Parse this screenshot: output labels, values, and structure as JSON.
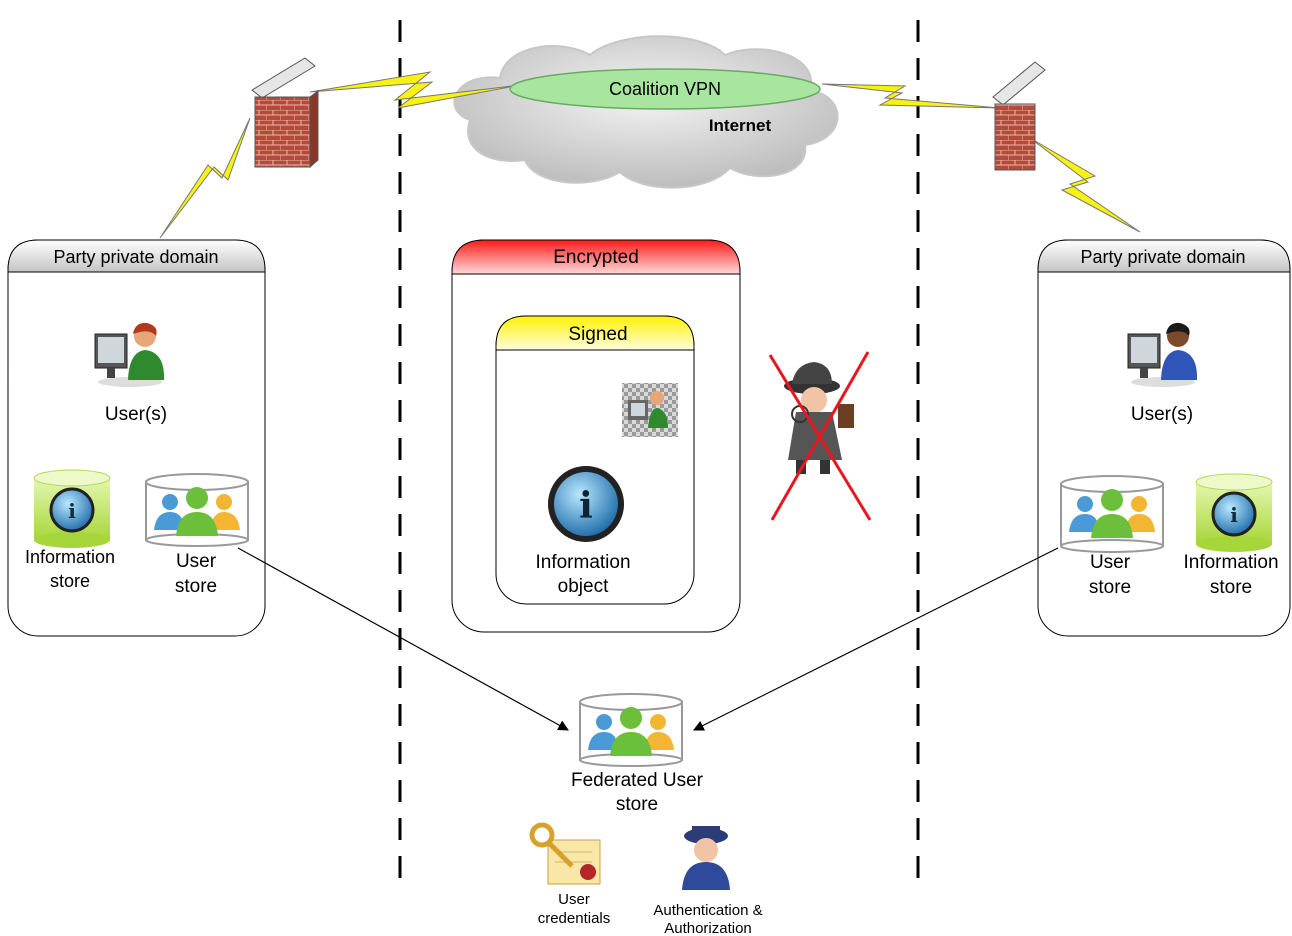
{
  "cloud": {
    "vpn_label": "Coalition VPN",
    "internet_label": "Internet"
  },
  "left_domain": {
    "title": "Party private domain",
    "users_label": "User(s)",
    "info_store_label": [
      "Information",
      "store"
    ],
    "user_store_label": [
      "User",
      "store"
    ]
  },
  "right_domain": {
    "title": "Party private domain",
    "users_label": "User(s)",
    "user_store_label": [
      "User",
      "store"
    ],
    "info_store_label": [
      "Information",
      "store"
    ]
  },
  "encrypted_box": {
    "title": "Encrypted"
  },
  "signed_box": {
    "title": "Signed",
    "object_label": [
      "Information",
      "object"
    ]
  },
  "federated": {
    "label": [
      "Federated User",
      "store"
    ]
  },
  "credentials": {
    "label": [
      "User",
      "credentials"
    ]
  },
  "authz": {
    "label": [
      "Authentication &",
      "Authorization"
    ]
  },
  "colors": {
    "encrypted_header": "#e8171f",
    "signed_header": "#fff200",
    "domain_header": "#c8c8c8",
    "vpn_fill": "#a6e3a0",
    "lightning": "#f5f20a",
    "firewall": "#b03a2e"
  },
  "icons": [
    "user-computer-icon",
    "information-store-icon",
    "user-store-icon",
    "firewall-icon",
    "lightning-icon",
    "cloud-icon",
    "spy-icon",
    "key-certificate-icon",
    "guard-icon"
  ]
}
